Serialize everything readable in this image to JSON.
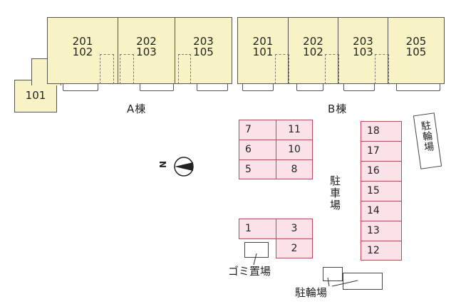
{
  "building_a": {
    "label": "A棟",
    "annex": "101",
    "units": [
      {
        "top": "201",
        "bottom": "102"
      },
      {
        "top": "202",
        "bottom": "103"
      },
      {
        "top": "203",
        "bottom": "105"
      }
    ]
  },
  "building_b": {
    "label": "B棟",
    "units": [
      {
        "top": "201",
        "bottom": "101"
      },
      {
        "top": "202",
        "bottom": "102"
      },
      {
        "top": "203",
        "bottom": "103"
      },
      {
        "top": "205",
        "bottom": "105"
      }
    ]
  },
  "compass": {
    "letter": "N"
  },
  "parking": {
    "label": "駐車場",
    "upper_left": [
      "7",
      "6",
      "5"
    ],
    "upper_right": [
      "11",
      "10",
      "8"
    ],
    "lower": [
      "1",
      "3",
      "2"
    ],
    "right_column": [
      "18",
      "17",
      "16",
      "15",
      "14",
      "13",
      "12"
    ]
  },
  "garbage": {
    "label": "ゴミ置場"
  },
  "bike_parking_right": {
    "label": "駐輪場"
  },
  "bike_parking_bottom": {
    "label": "駐輪場"
  },
  "colors": {
    "building": "#f8f3c4",
    "parking_fill": "#fbe1e8",
    "parking_border": "#e03a52"
  }
}
